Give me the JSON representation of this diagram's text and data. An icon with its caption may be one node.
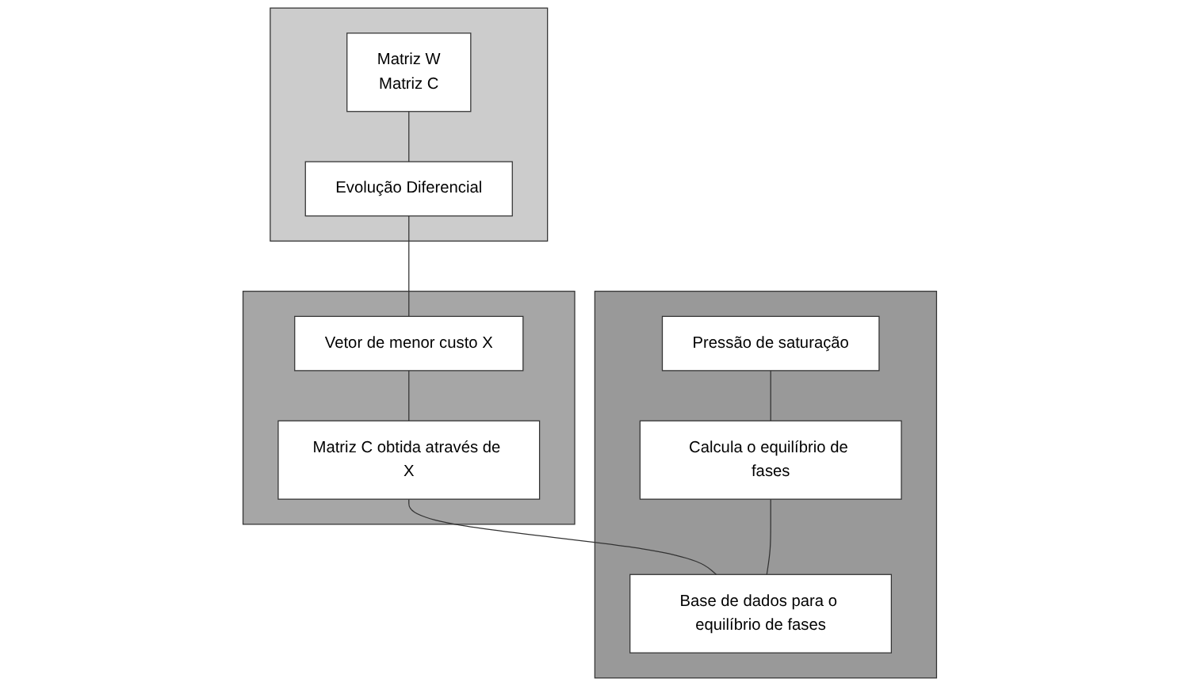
{
  "diagram": {
    "nodes": [
      {
        "text": [],
        "shape": "box"
      },
      {
        "text": [
          "Matriz W",
          "Matriz C"
        ],
        "in": 0
      },
      {
        "text": [
          "Evolução Diferencial"
        ],
        "in": 0
      },
      {
        "text": [],
        "shape": "box"
      },
      {
        "text": [
          "Vetor de menor custo X"
        ],
        "in": 3
      },
      {
        "text": [
          "Matriz C obtida através de X"
        ],
        "in": 3
      },
      {
        "text": [],
        "shape": "box"
      },
      {
        "text": [
          "Pressão de saturação"
        ],
        "in": 6
      },
      {
        "text": [
          "Calcula o equilíbrio de fases"
        ],
        "in": 6
      },
      {
        "text": [
          "Base de dados para o equilíbrio de fases"
        ],
        "in": 6
      }
    ],
    "edges": [
      {
        "from": 1,
        "to": 2,
        "arrow": "none"
      },
      {
        "from": 2,
        "to": 4,
        "arrow": "none"
      },
      {
        "from": 4,
        "to": 5,
        "arrow": "none"
      },
      {
        "from": 5,
        "to": 9,
        "arrow": "none"
      },
      {
        "from": 7,
        "to": 8,
        "arrow": "none"
      },
      {
        "from": 8,
        "to": 9,
        "arrow": "none"
      }
    ]
  }
}
